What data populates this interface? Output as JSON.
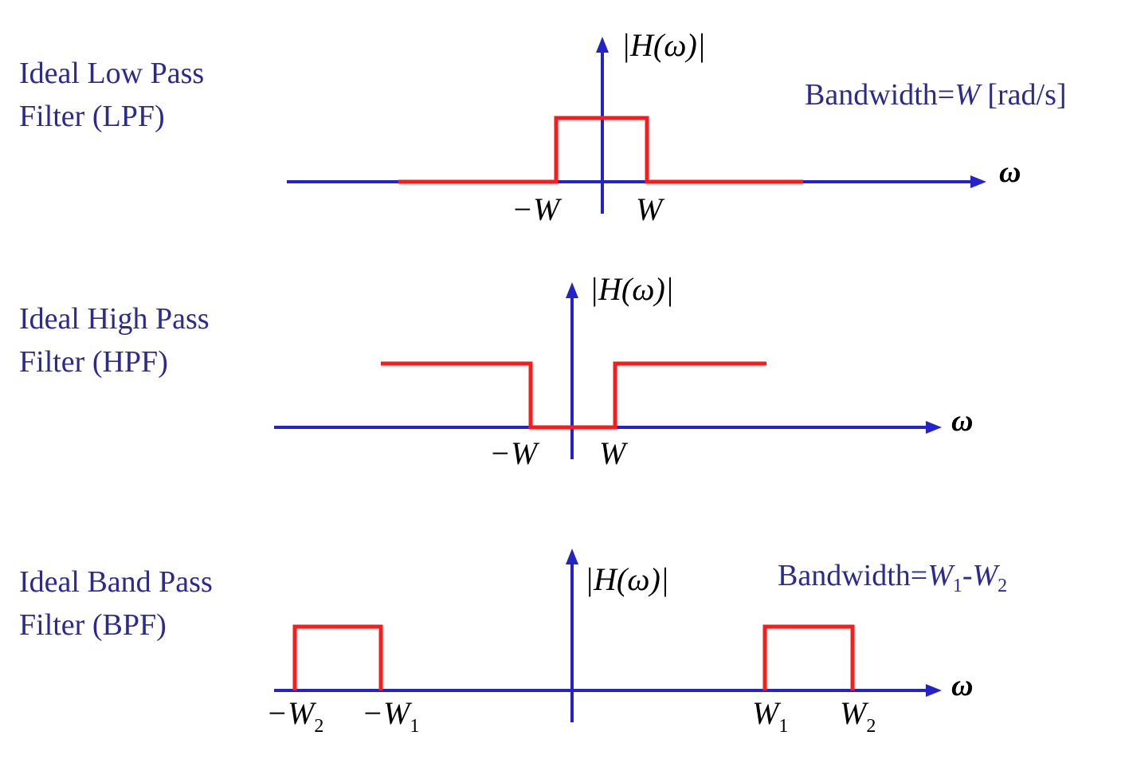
{
  "filters": [
    {
      "id": "lpf",
      "title_line1": "Ideal Low Pass",
      "title_line2": "Filter (LPF)",
      "y_label": "|H(ω)|",
      "x_label": "ω",
      "tick_labels": [
        "−W",
        "W"
      ],
      "bandwidth_prefix": "Bandwidth=",
      "bandwidth_var": "W",
      "bandwidth_unit": " [rad/s]"
    },
    {
      "id": "hpf",
      "title_line1": "Ideal High Pass",
      "title_line2": "Filter (HPF)",
      "y_label": "|H(ω)|",
      "x_label": "ω",
      "tick_labels": [
        "−W",
        "W"
      ]
    },
    {
      "id": "bpf",
      "title_line1": "Ideal Band Pass",
      "title_line2": "Filter (BPF)",
      "y_label": "|H(ω)|",
      "x_label": "ω",
      "tick_labels": [
        "−W2",
        "−W1",
        "W1",
        "W2"
      ],
      "bandwidth_prefix": "Bandwidth=",
      "bandwidth_var1": "W",
      "bandwidth_sub1": "1",
      "bandwidth_sep": "-",
      "bandwidth_var2": "W",
      "bandwidth_sub2": "2"
    }
  ],
  "colors": {
    "axis": "#2323c8",
    "response": "#ff1a1a",
    "title": "#2b2b8f",
    "math": "#000000"
  }
}
